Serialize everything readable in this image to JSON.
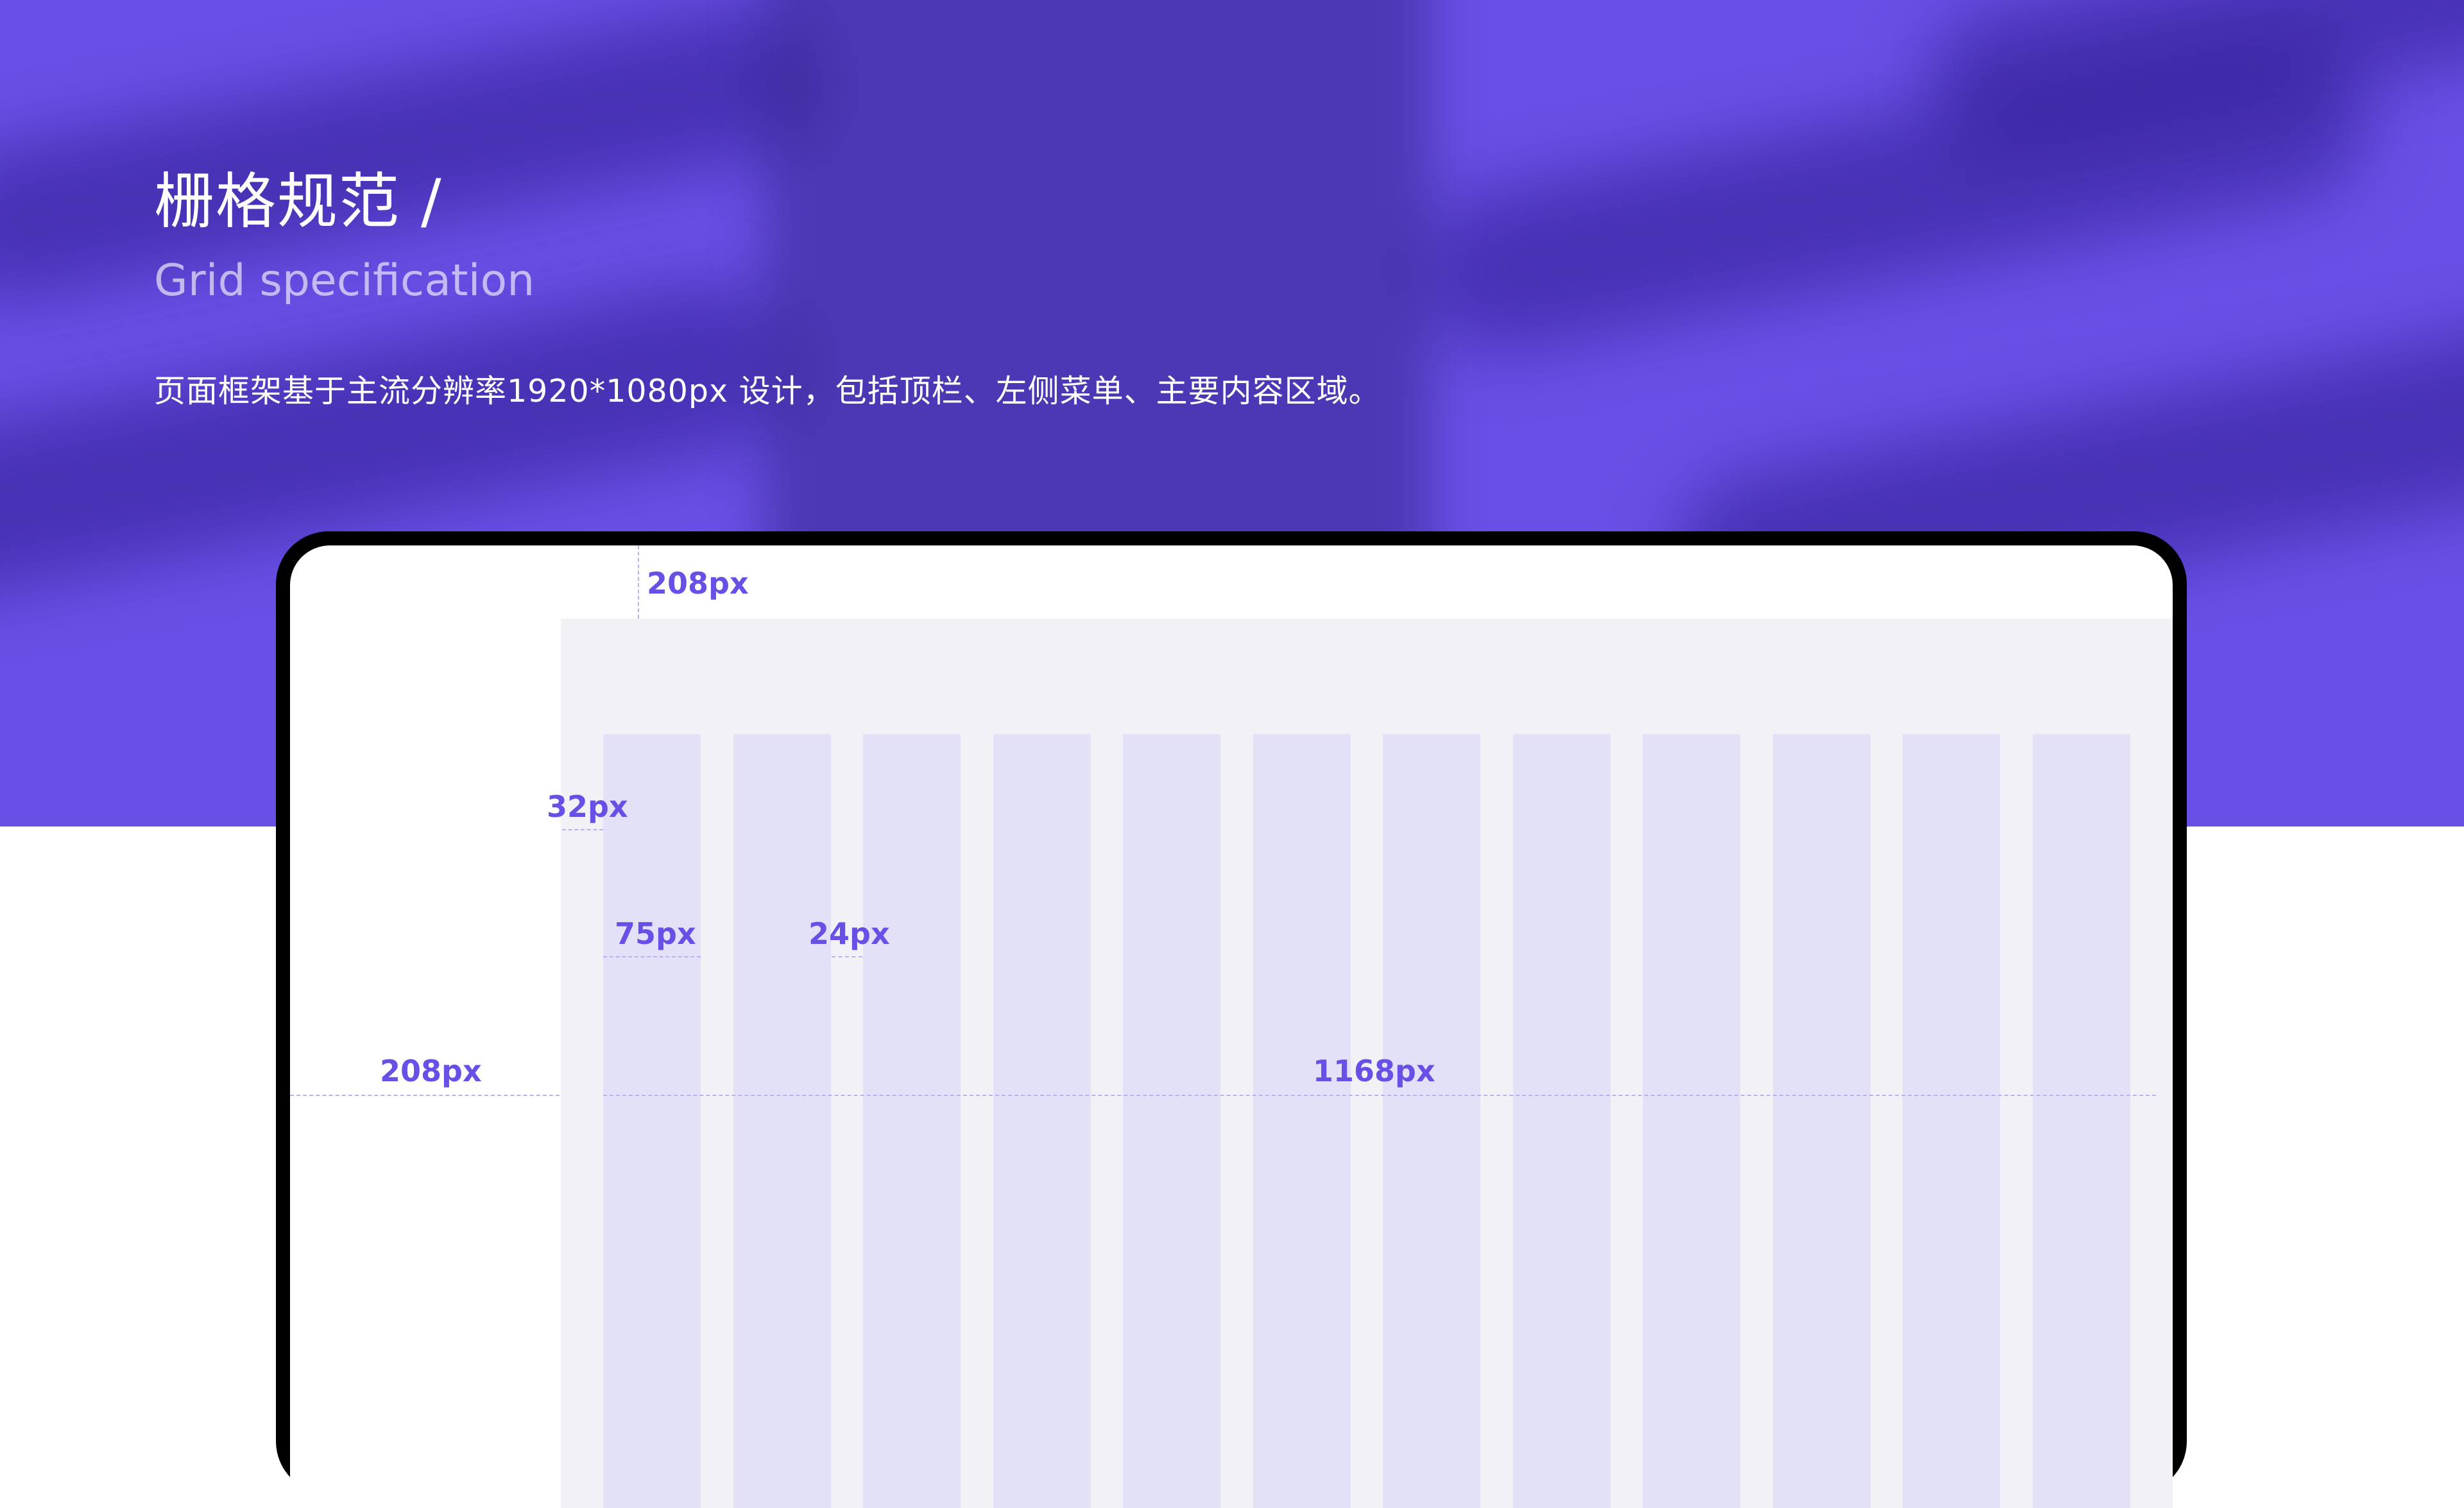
{
  "header": {
    "title": "栅格规范 /",
    "subtitle": "Grid specification",
    "description": "页面框架基于主流分辨率1920*1080px 设计，包括顶栏、左侧菜单、主要内容区域。"
  },
  "colors": {
    "accent": "#6a4fe6",
    "hero_background": "#6a4fe6",
    "content_background": "#f2f2f6",
    "grid_column": "#e3e1f7",
    "device_frame": "#000000"
  },
  "grid": {
    "column_count": 12,
    "column_width_label": "75px",
    "gutter_label": "24px",
    "margin_label": "32px",
    "sidebar_width_label": "208px",
    "topbar_label": "208px",
    "content_width_label": "1168px"
  }
}
